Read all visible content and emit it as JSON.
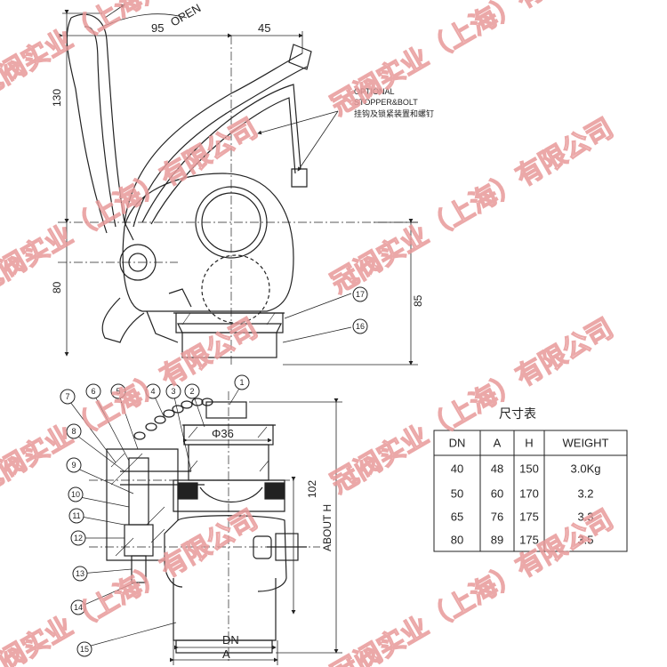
{
  "watermark": {
    "text": "冠阀实业（上海）有限公司",
    "color": "#e89a9a"
  },
  "top_view": {
    "dimensions": {
      "angle_note": "OPEN",
      "horizontal_95": "95",
      "horizontal_45": "45",
      "vertical_130": "130",
      "vertical_80": "80",
      "vertical_85": "85",
      "diameter": "Φ36"
    },
    "note": {
      "line1": "OPTIONAL",
      "line2": "STOPPER&BOLT",
      "line3": "挂钩及锁紧装置和螺钉"
    },
    "bubbles": [
      "17",
      "16"
    ]
  },
  "section_view": {
    "bubbles": [
      "1",
      "2",
      "3",
      "4",
      "5",
      "6",
      "7",
      "8",
      "9",
      "10",
      "11",
      "12",
      "13",
      "14",
      "15"
    ],
    "dimensions": {
      "height": "102",
      "about_h": "ABOUT H",
      "dn": "DN",
      "a": "A"
    }
  },
  "size_table": {
    "title": "尺寸表",
    "headers": [
      "DN",
      "A",
      "H",
      "WEIGHT"
    ],
    "rows": [
      [
        "40",
        "48",
        "150",
        "3.0Kg"
      ],
      [
        "50",
        "60",
        "170",
        "3.2"
      ],
      [
        "65",
        "76",
        "175",
        "3.3"
      ],
      [
        "80",
        "89",
        "175",
        "3.5"
      ]
    ]
  }
}
